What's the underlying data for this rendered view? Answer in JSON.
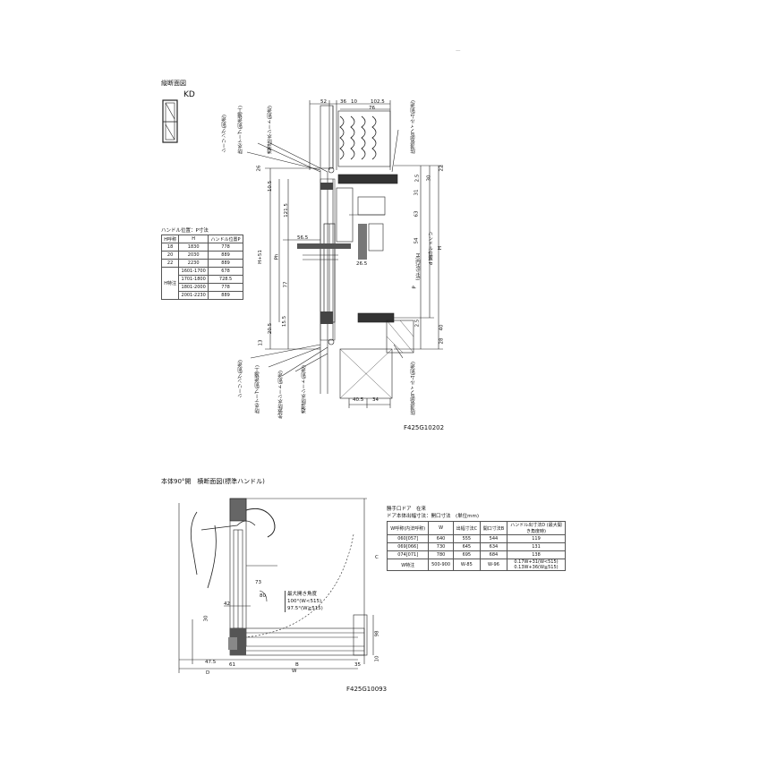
{
  "page_top": {
    "dash": "—"
  },
  "top": {
    "title": "縦断面図",
    "type_code": "KD",
    "code": "F425G10202",
    "dims_top": [
      "52",
      "36",
      "10",
      "102.5",
      "76"
    ],
    "dims_left": [
      "26",
      "10.5",
      "121.5",
      "56.5",
      "77",
      "15.5",
      "20.5",
      "13",
      "H+51",
      "Ph"
    ],
    "dims_center": [
      "40.5",
      "34",
      "26.5"
    ],
    "dims_right": [
      "2.5",
      "30",
      "31",
      "63",
      "54",
      "22",
      "H",
      "P",
      "2.5",
      "40",
      "28"
    ],
    "labels_right_vertical": [
      "H(内法寸法)",
      "ハンドル位置 P"
    ],
    "leader_top": [
      "シーリング(別途)",
      "防水テープ(別途施工)",
      "透湿防水シート(別途)",
      "防湿気密フィルム(別途)"
    ],
    "leader_bottom": [
      "シーリング(別途)",
      "防水テープ(別途施工)",
      "先張防水シート(別途)",
      "透湿防水シート(別途)",
      "防湿気密フィルム(別途)"
    ],
    "handle_table": {
      "caption": "ハンドル位置：P寸法",
      "headers": [
        "H呼称",
        "H",
        "ハンドル位置P"
      ],
      "rows": [
        [
          "18",
          "1830",
          "778"
        ],
        [
          "20",
          "2030",
          "889"
        ],
        [
          "22",
          "2230",
          "889"
        ]
      ],
      "special_label": "H特注",
      "special_rows": [
        [
          "1601-1700",
          "678"
        ],
        [
          "1701-1800",
          "728.5"
        ],
        [
          "1801-2000",
          "778"
        ],
        [
          "2001-2230",
          "889"
        ]
      ]
    }
  },
  "bottom": {
    "title": "本体90°開　横断面図(標準ハンドル)",
    "code": "F425G10093",
    "dims": [
      "73",
      "42",
      "30",
      "47.5",
      "61",
      "B",
      "35",
      "W",
      "D",
      "C",
      "98",
      "10",
      "80"
    ],
    "note_lines": [
      "最大開き角度",
      "100°(W<515)",
      "97.5°(W≧515)"
    ],
    "table": {
      "caption1": "勝手口ドア　在来",
      "caption2": "ドア本体出幅寸法：開口寸法　(単位mm)",
      "headers": [
        "W呼称(内法呼称)",
        "W",
        "出幅寸法C",
        "開口寸法B",
        "ハンドル出寸法D (最大開き角度時)"
      ],
      "rows": [
        [
          "060[057]",
          "640",
          "555",
          "544",
          "119"
        ],
        [
          "069[066]",
          "730",
          "645",
          "634",
          "131"
        ],
        [
          "074[071]",
          "780",
          "695",
          "684",
          "138"
        ],
        [
          "W特注",
          "500-900",
          "W-85",
          "W-96",
          "0.17W+31(W<515) 0.13W+36(W≧515)"
        ]
      ]
    }
  }
}
